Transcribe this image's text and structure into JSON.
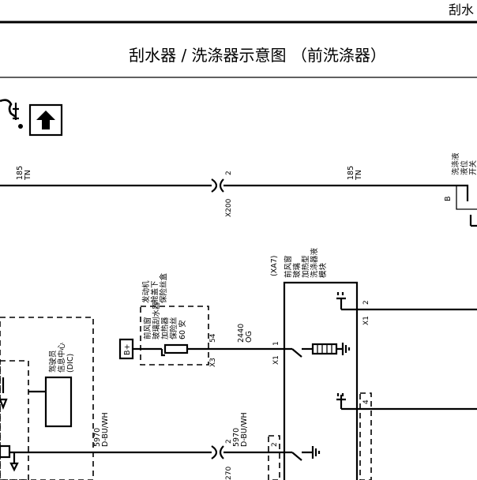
{
  "header": {
    "section": "刮水",
    "title": "刮水器 / 洗涤器示意图 （前洗涤器）"
  },
  "wires": {
    "left_top": {
      "circuit": "185",
      "color": "TN"
    },
    "right_top": {
      "circuit": "185",
      "color": "TN"
    },
    "ign_out": {
      "circuit": "2440",
      "color": "OG"
    },
    "mid_left": {
      "circuit": "5970",
      "color": "D-BU/WH"
    },
    "mid_right": {
      "circuit": "5970",
      "color": "D-BU/WH"
    }
  },
  "connectors": {
    "x200_pin": "2",
    "x200_name": "X200",
    "x3_pin": "54",
    "x3_name": "X3",
    "x1_pin1": "1",
    "x1_name": "X1",
    "x1_pin2": "2",
    "x1_name2": "X1",
    "pin4": "4",
    "pin2_lower": "2",
    "x200b_pin": "2",
    "x200b_name": "270"
  },
  "components": {
    "b_plus": "B+",
    "fuse_box": [
      "发动机",
      "舱盖下",
      "保险丝盒"
    ],
    "fuse": [
      "前风窗",
      "玻璃刮水器",
      "加热器",
      "保险丝",
      "60 安"
    ],
    "washer_module": [
      "(XA7)",
      "前风窗",
      "玻璃",
      "加热型",
      "洗涤器液",
      "模块"
    ],
    "dic": [
      "驾驶员",
      "信息中心",
      "(DIC)"
    ],
    "washer_level": [
      "洗涤液",
      "液位",
      "开关"
    ],
    "washer_level_pin": "B"
  },
  "icons": [
    "wrench-icon",
    "up-arrow-box-icon",
    "ground-icon",
    "fuse-icon",
    "heater-element-icon"
  ]
}
